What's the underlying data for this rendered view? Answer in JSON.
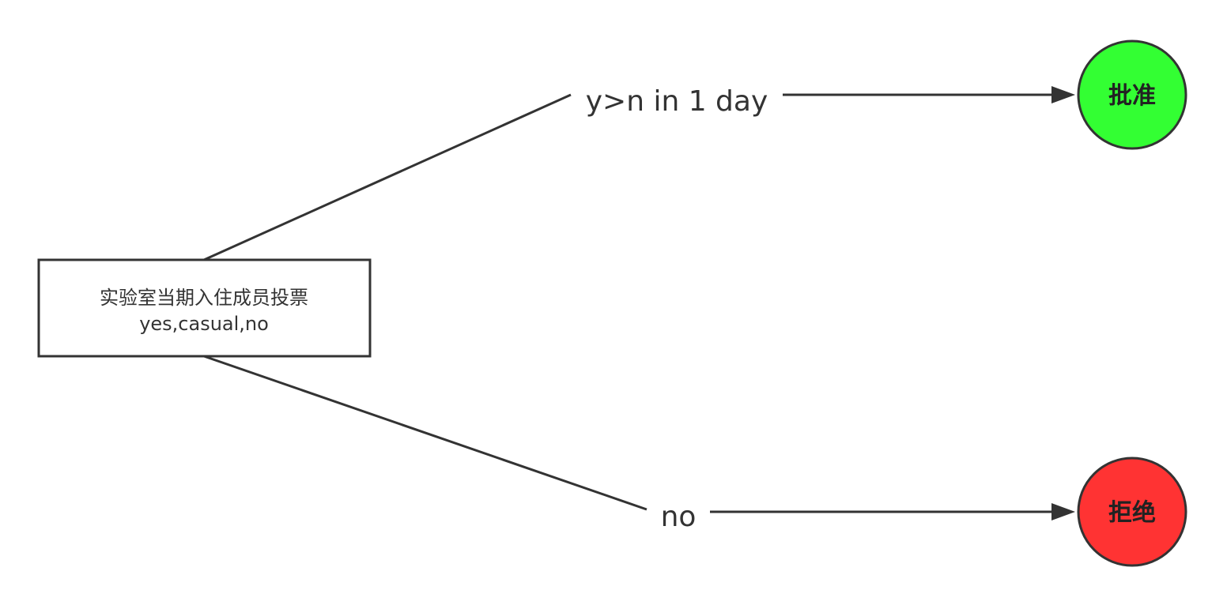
{
  "start_node": {
    "line1": "实验室当期入住成员投票",
    "line2": "yes,casual,no"
  },
  "branches": {
    "approve": {
      "condition": "y>n in 1 day",
      "outcome": "批准",
      "color": "#33ff33"
    },
    "reject": {
      "condition": "no",
      "outcome": "拒绝",
      "color": "#ff3333"
    }
  },
  "colors": {
    "stroke": "#333333",
    "background": "#ffffff"
  }
}
